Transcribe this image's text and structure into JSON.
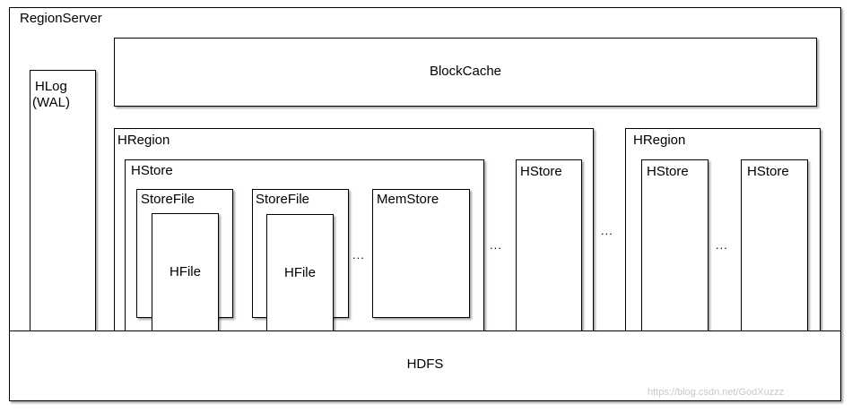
{
  "region_server": {
    "label": "RegionServer"
  },
  "hlog": {
    "line1": "HLog",
    "line2": "(WAL)"
  },
  "block_cache": {
    "label": "BlockCache"
  },
  "hregion_1": {
    "label": "HRegion",
    "hstore_main": {
      "label": "HStore",
      "storefile_1": {
        "label": "StoreFile",
        "hfile": "HFile"
      },
      "storefile_2": {
        "label": "StoreFile",
        "hfile": "HFile"
      },
      "ellipsis": "...",
      "memstore": {
        "label": "MemStore"
      }
    },
    "ellipsis": "...",
    "hstore_2": {
      "label": "HStore"
    }
  },
  "between_regions_ellipsis": "...",
  "hregion_2": {
    "label": "HRegion",
    "hstore_1": {
      "label": "HStore"
    },
    "ellipsis": "...",
    "hstore_2": {
      "label": "HStore"
    }
  },
  "hdfs": {
    "label": "HDFS"
  },
  "watermark": "https://blog.csdn.net/GodXuzzz"
}
